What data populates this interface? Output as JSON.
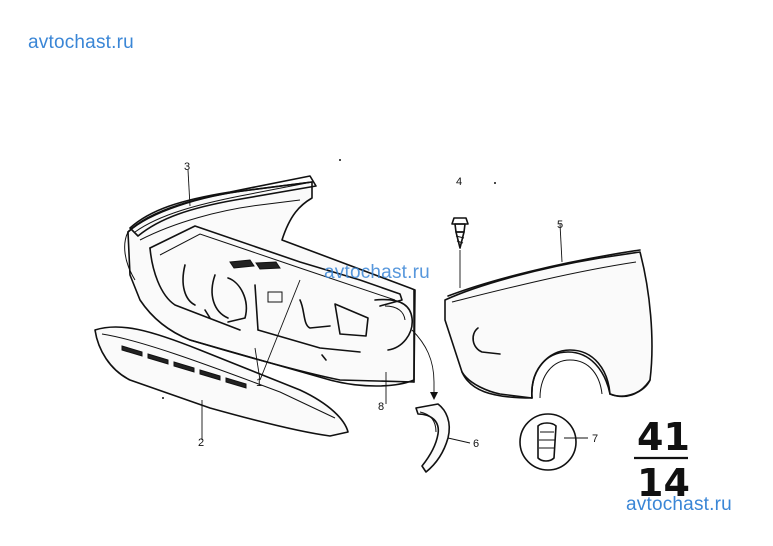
{
  "watermarks": {
    "top": "avtochast.ru",
    "middle": "avtochast.ru",
    "bottom": "avtochast.ru"
  },
  "callouts": {
    "c1": "1",
    "c2": "2",
    "c3": "3",
    "c4": "4",
    "c5": "5",
    "c6": "6",
    "c7": "7",
    "c8": "8"
  },
  "page_number": {
    "group": "41",
    "sub": "14"
  },
  "colors": {
    "watermark": "#3a86d6",
    "ink": "#111111"
  }
}
